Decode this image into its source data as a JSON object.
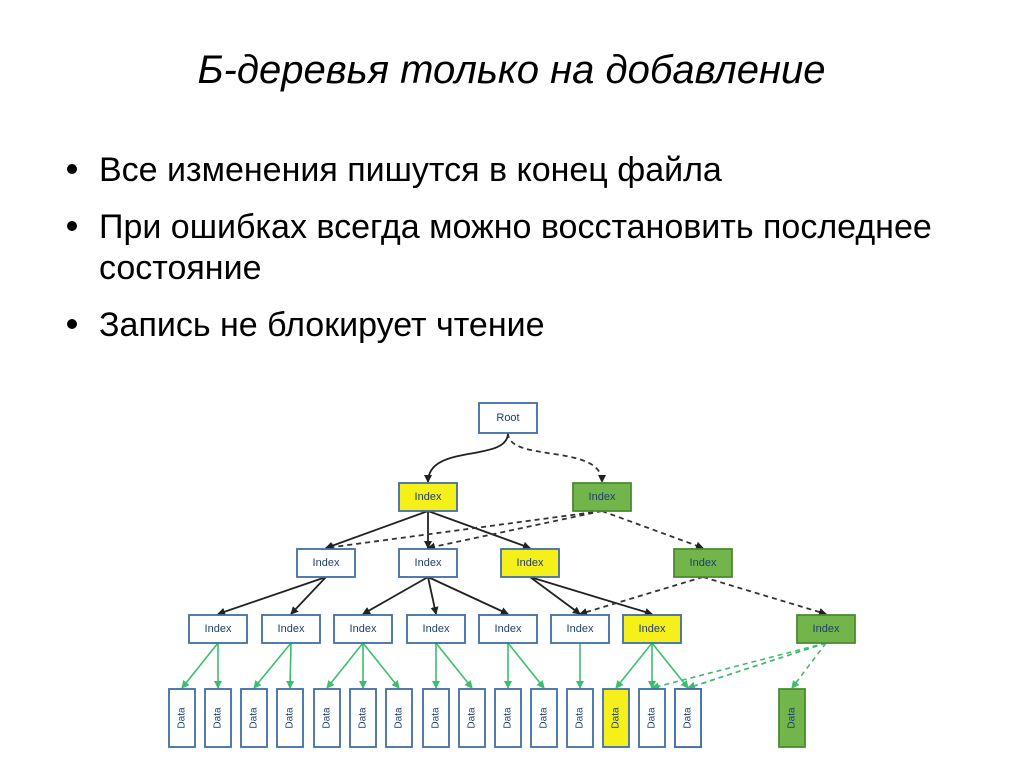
{
  "slide": {
    "title": "Б-деревья только на добавление",
    "bullets": [
      {
        "text": "Все изменения пишутся в конец файла"
      },
      {
        "text": "При ошибках всегда можно восстановить последнее состояние"
      },
      {
        "text": "Запись не блокирует чтение"
      }
    ]
  },
  "diagram": {
    "colors": {
      "border": "#3f6ea8",
      "plain_fill": "#ffffff",
      "changed_fill": "#f5ef1a",
      "new_fill": "#72b54a",
      "new_border": "#4d8a32",
      "edge_old": "#222222",
      "edge_new": "#333333",
      "edge_data": "#3bbf6a",
      "edge_data_new": "#46b870"
    },
    "nodes": [
      {
        "id": "root",
        "label": "Root",
        "kind": "plain"
      },
      {
        "id": "ia",
        "label": "Index",
        "kind": "changed"
      },
      {
        "id": "ib",
        "label": "Index",
        "kind": "new"
      },
      {
        "id": "l2a",
        "label": "Index",
        "kind": "plain"
      },
      {
        "id": "l2b",
        "label": "Index",
        "kind": "plain"
      },
      {
        "id": "l2c",
        "label": "Index",
        "kind": "changed"
      },
      {
        "id": "l2d",
        "label": "Index",
        "kind": "new"
      },
      {
        "id": "l3a",
        "label": "Index",
        "kind": "plain"
      },
      {
        "id": "l3b",
        "label": "Index",
        "kind": "plain"
      },
      {
        "id": "l3c",
        "label": "Index",
        "kind": "plain"
      },
      {
        "id": "l3d",
        "label": "Index",
        "kind": "plain"
      },
      {
        "id": "l3e",
        "label": "Index",
        "kind": "plain"
      },
      {
        "id": "l3f",
        "label": "Index",
        "kind": "plain"
      },
      {
        "id": "l3g",
        "label": "Index",
        "kind": "changed"
      },
      {
        "id": "l3h",
        "label": "Index",
        "kind": "new"
      },
      {
        "id": "d1",
        "label": "Data",
        "kind": "plain"
      },
      {
        "id": "d2",
        "label": "Data",
        "kind": "plain"
      },
      {
        "id": "d3",
        "label": "Data",
        "kind": "plain"
      },
      {
        "id": "d4",
        "label": "Data",
        "kind": "plain"
      },
      {
        "id": "d5",
        "label": "Data",
        "kind": "plain"
      },
      {
        "id": "d6",
        "label": "Data",
        "kind": "plain"
      },
      {
        "id": "d7",
        "label": "Data",
        "kind": "plain"
      },
      {
        "id": "d8",
        "label": "Data",
        "kind": "plain"
      },
      {
        "id": "d9",
        "label": "Data",
        "kind": "plain"
      },
      {
        "id": "d10",
        "label": "Data",
        "kind": "plain"
      },
      {
        "id": "d11",
        "label": "Data",
        "kind": "plain"
      },
      {
        "id": "d12",
        "label": "Data",
        "kind": "plain"
      },
      {
        "id": "d13",
        "label": "Data",
        "kind": "plain"
      },
      {
        "id": "d14",
        "label": "Data",
        "kind": "changed"
      },
      {
        "id": "d15",
        "label": "Data",
        "kind": "plain"
      },
      {
        "id": "d16",
        "label": "Data",
        "kind": "plain"
      },
      {
        "id": "d17",
        "label": "Data",
        "kind": "new"
      }
    ],
    "edges": [
      {
        "from": "root",
        "to": "ia",
        "style": "solid"
      },
      {
        "from": "root",
        "to": "ib",
        "style": "dashed"
      },
      {
        "from": "ia",
        "to": "l2a",
        "style": "solid"
      },
      {
        "from": "ia",
        "to": "l2b",
        "style": "solid"
      },
      {
        "from": "ia",
        "to": "l2c",
        "style": "solid"
      },
      {
        "from": "ib",
        "to": "l2a",
        "style": "dashed"
      },
      {
        "from": "ib",
        "to": "l2b",
        "style": "dashed"
      },
      {
        "from": "ib",
        "to": "l2d",
        "style": "dashed"
      },
      {
        "from": "l2a",
        "to": "l3a",
        "style": "solid"
      },
      {
        "from": "l2a",
        "to": "l3b",
        "style": "solid"
      },
      {
        "from": "l2b",
        "to": "l3c",
        "style": "solid"
      },
      {
        "from": "l2b",
        "to": "l3d",
        "style": "solid"
      },
      {
        "from": "l2b",
        "to": "l3e",
        "style": "solid"
      },
      {
        "from": "l2c",
        "to": "l3f",
        "style": "solid"
      },
      {
        "from": "l2c",
        "to": "l3g",
        "style": "solid"
      },
      {
        "from": "l2d",
        "to": "l3f",
        "style": "dashed"
      },
      {
        "from": "l2d",
        "to": "l3h",
        "style": "dashed"
      },
      {
        "from": "l3a",
        "to": "d1",
        "style": "data"
      },
      {
        "from": "l3a",
        "to": "d2",
        "style": "data"
      },
      {
        "from": "l3b",
        "to": "d3",
        "style": "data"
      },
      {
        "from": "l3b",
        "to": "d4",
        "style": "data"
      },
      {
        "from": "l3c",
        "to": "d5",
        "style": "data"
      },
      {
        "from": "l3c",
        "to": "d6",
        "style": "data"
      },
      {
        "from": "l3c",
        "to": "d7",
        "style": "data"
      },
      {
        "from": "l3d",
        "to": "d8",
        "style": "data"
      },
      {
        "from": "l3d",
        "to": "d9",
        "style": "data"
      },
      {
        "from": "l3e",
        "to": "d10",
        "style": "data"
      },
      {
        "from": "l3e",
        "to": "d11",
        "style": "data"
      },
      {
        "from": "l3f",
        "to": "d12",
        "style": "data"
      },
      {
        "from": "l3g",
        "to": "d13",
        "style": "data"
      },
      {
        "from": "l3g",
        "to": "d14",
        "style": "data"
      },
      {
        "from": "l3g",
        "to": "d15",
        "style": "data"
      },
      {
        "from": "l3h",
        "to": "d13",
        "style": "data-dashed"
      },
      {
        "from": "l3h",
        "to": "d15",
        "style": "data-dashed"
      },
      {
        "from": "l3h",
        "to": "d16",
        "style": "data-dashed"
      },
      {
        "from": "l3h",
        "to": "d17",
        "style": "data-dashed"
      }
    ]
  }
}
